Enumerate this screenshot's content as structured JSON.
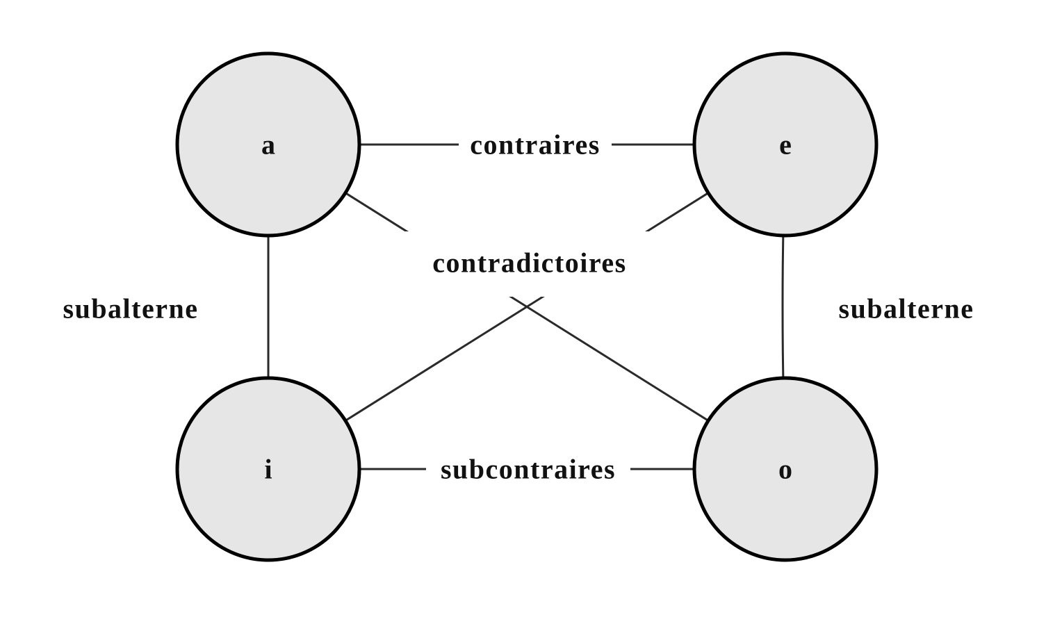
{
  "nodes": {
    "a": "a",
    "e": "e",
    "i": "i",
    "o": "o"
  },
  "relations": {
    "top": "contraires",
    "diagonal": "contradictoires",
    "left": "subalterne",
    "right": "subalterne",
    "bottom": "subcontraires"
  },
  "colors": {
    "node_fill": "#e6e6e6",
    "node_stroke": "#000000",
    "edge": "#2a2a2a",
    "text": "#111111"
  }
}
